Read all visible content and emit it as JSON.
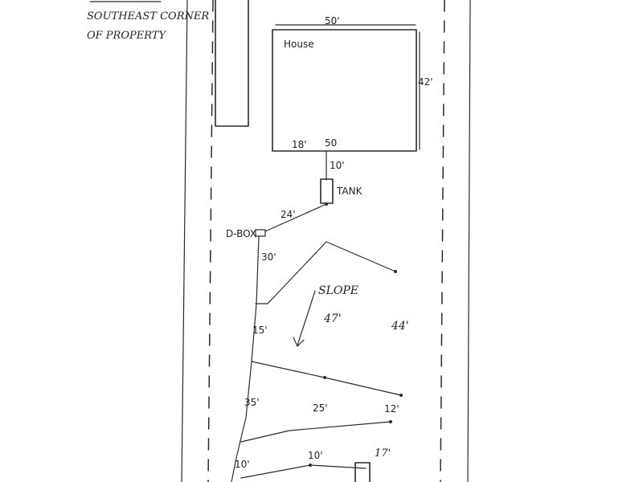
{
  "note": {
    "line1": "SOUTHEAST CORNER",
    "line2": "OF PROPERTY"
  },
  "house": {
    "label": "House",
    "width_dim": "50'",
    "depth_dim": "42'",
    "bottom_left_dim": "18'",
    "bottom_mid_dim": "50"
  },
  "tank": {
    "label": "TANK",
    "pipe_dim": "10'"
  },
  "dbox": {
    "label": "D-BOX",
    "feed_dim": "24'"
  },
  "field": {
    "dim_30": "30'",
    "dim_15": "15'",
    "dim_35": "35'",
    "dim_10_left": "10'",
    "slope_label": "SLOPE",
    "dim_47": "47'",
    "dim_44": "44'",
    "dim_25": "25'",
    "dim_12": "12'",
    "dim_10_mid": "10'",
    "dim_17": "17'"
  }
}
